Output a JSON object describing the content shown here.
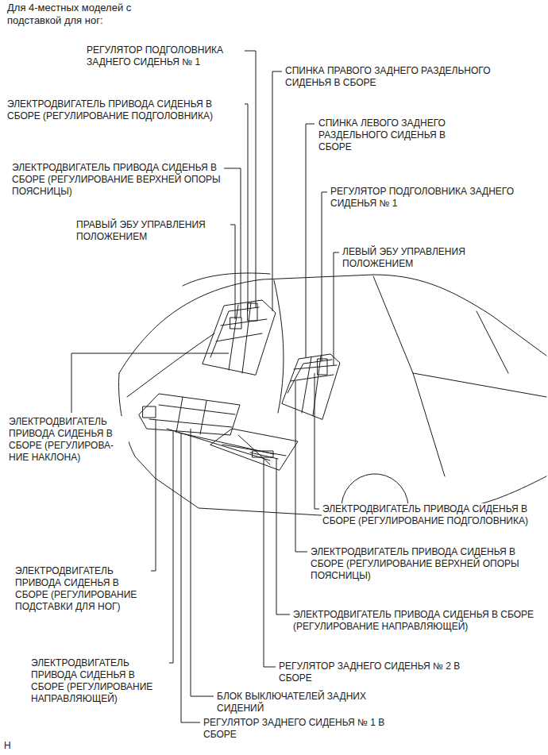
{
  "diagram": {
    "title": "Для 4-местных моделей с подставкой для ног:",
    "labels": [
      "РЕГУЛЯТОР ПОДГОЛОВНИКА ЗАДНЕГО СИДЕНЬЯ № 1",
      "СПИНКА ПРАВОГО ЗАДНЕГО РАЗДЕЛЬНОГО СИДЕНЬЯ В СБОРЕ",
      "ЭЛЕКТРОДВИГАТЕЛЬ ПРИВОДА СИДЕНЬЯ В СБОРЕ (РЕГУЛИРОВАНИЕ ПОДГОЛОВНИКА)",
      "СПИНКА ЛЕВОГО ЗАДНЕГО РАЗДЕЛЬНОГО СИДЕНЬЯ В СБОРЕ",
      "ЭЛЕКТРОДВИГАТЕЛЬ ПРИВОДА СИДЕНЬЯ В СБОРЕ (РЕГУЛИРОВАНИЕ ВЕРХНЕЙ ОПОРЫ ПОЯСНИЦЫ)",
      "РЕГУЛЯТОР ПОДГОЛОВНИКА ЗАДНЕГО СИДЕНЬЯ № 1",
      "ПРАВЫЙ ЭБУ УПРАВЛЕНИЯ ПОЛОЖЕНИЕМ",
      "ЛЕВЫЙ ЭБУ УПРАВЛЕНИЯ ПОЛОЖЕНИЕМ",
      "ЭЛЕКТРОДВИГАТЕЛЬ ПРИВОДА СИДЕНЬЯ В СБОРЕ (РЕГУЛИРОВА- НИЕ НАКЛОНА)",
      "ЭЛЕКТРОДВИГАТЕЛЬ ПРИВОДА СИДЕНЬЯ В СБОРЕ (РЕГУЛИРОВАНИЕ ПОДГОЛОВНИКА)",
      "ЭЛЕКТРОДВИГАТЕЛЬ ПРИВОДА СИДЕНЬЯ В СБОРЕ (РЕГУЛИРОВАНИЕ ВЕРХНЕЙ ОПОРЫ ПОЯСНИЦЫ)",
      "ЭЛЕКТРОДВИГАТЕЛЬ ПРИВОДА СИДЕНЬЯ В СБОРЕ (РЕГУЛИРОВАНИЕ ПОДСТАВКИ ДЛЯ НОГ)",
      "ЭЛЕКТРОДВИГАТЕЛЬ ПРИВОДА СИДЕНЬЯ В СБОРЕ (РЕГУЛИРОВАНИЕ НАПРАВЛЯЮЩЕЙ)",
      "ЭЛЕКТРОДВИГАТЕЛЬ ПРИВОДА СИДЕНЬЯ В СБОРЕ (РЕГУЛИРОВАНИЕ НАПРАВЛЯЮЩЕЙ)",
      "РЕГУЛЯТОР ЗАДНЕГО СИДЕНЬЯ № 2 В СБОРЕ",
      "БЛОК ВЫКЛЮЧАТЕЛЕЙ ЗАДНИХ СИДЕНИЙ",
      "РЕГУЛЯТОР ЗАДНЕГО СИДЕНЬЯ № 1 В СБОРЕ",
      "H"
    ]
  }
}
